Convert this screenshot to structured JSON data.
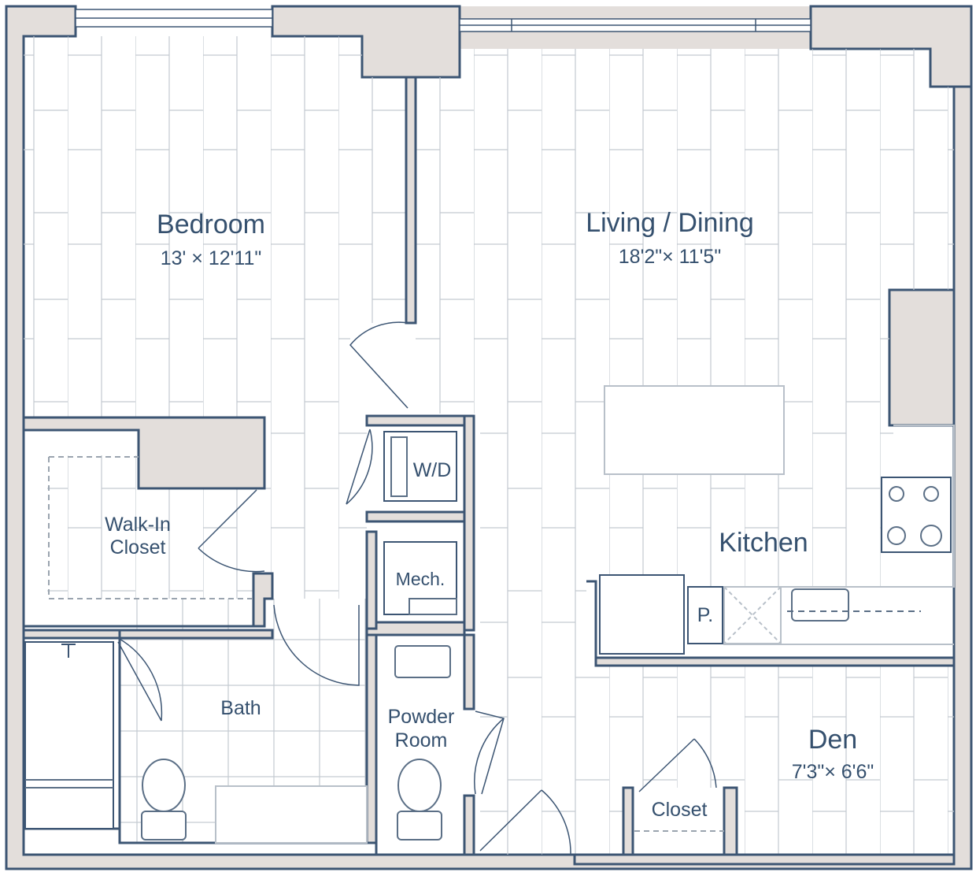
{
  "colors": {
    "wall_fill": "#e3dedb",
    "wall_stroke": "#3c5573",
    "line": "#b8c0c9",
    "fixture": "#5b6f86",
    "text": "#35506e"
  },
  "icons": [
    "door-swing-icon",
    "toilet-icon",
    "sink-icon",
    "cooktop-icon",
    "shower-head-icon"
  ],
  "rooms": {
    "bedroom": {
      "name": "Bedroom",
      "dims": "13' × 12'11\""
    },
    "living": {
      "name": "Living / Dining",
      "dims": "18'2\"× 11'5\""
    },
    "kitchen": {
      "name": "Kitchen"
    },
    "den": {
      "name": "Den",
      "dims": "7'3\"× 6'6\""
    },
    "walkin": {
      "line1": "Walk-In",
      "line2": "Closet"
    },
    "bath": {
      "name": "Bath"
    },
    "powder": {
      "line1": "Powder",
      "line2": "Room"
    },
    "wd": {
      "name": "W/D"
    },
    "mech": {
      "name": "Mech."
    },
    "pantry": {
      "name": "P."
    },
    "closet": {
      "name": "Closet"
    }
  }
}
